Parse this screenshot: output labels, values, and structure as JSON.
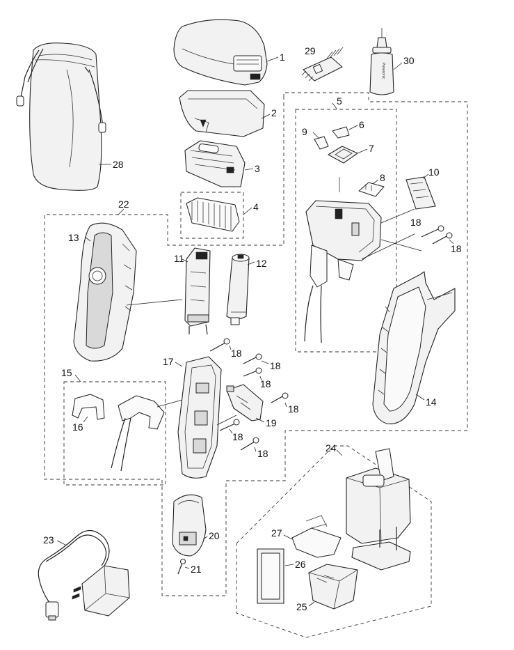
{
  "labels": {
    "p1": "1",
    "p2": "2",
    "p3": "3",
    "p4": "4",
    "p5": "5",
    "p6": "6",
    "p7": "7",
    "p8": "8",
    "p9": "9",
    "p10": "10",
    "p11": "11",
    "p12": "12",
    "p13": "13",
    "p14": "14",
    "p15": "15",
    "p16": "16",
    "p17": "17",
    "p18a": "18",
    "p18b": "18",
    "p18c": "18",
    "p18d": "18",
    "p18e": "18",
    "p18f": "18",
    "p18g": "18",
    "p18h": "18",
    "p19": "19",
    "p20": "20",
    "p21": "21",
    "p22": "22",
    "p23": "23",
    "p24": "24",
    "p25": "25",
    "p26": "26",
    "p27": "27",
    "p28": "28",
    "p29": "29",
    "p30": "30"
  },
  "oil_bottle_brand": "Panasonic"
}
